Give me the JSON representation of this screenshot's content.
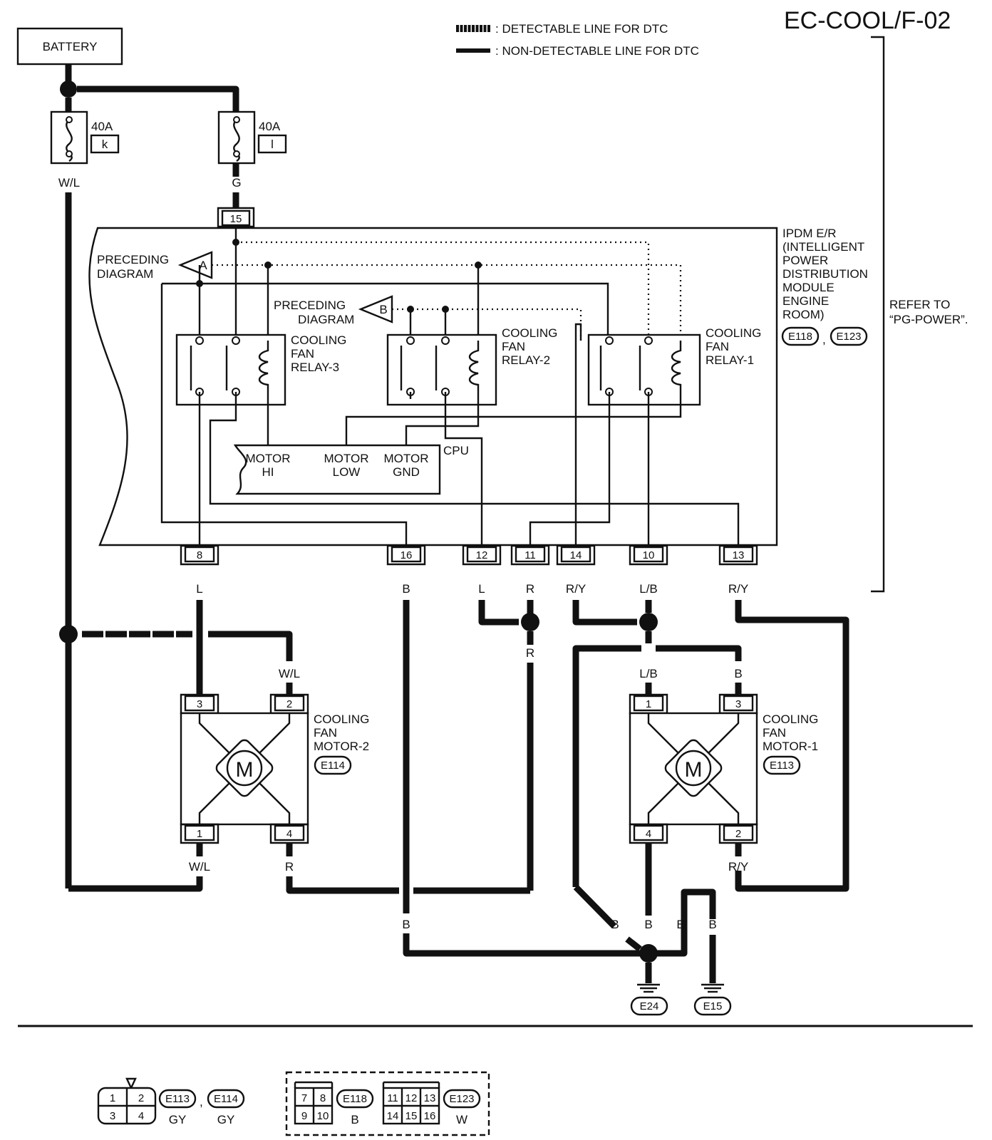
{
  "title": "EC-COOL/F-02",
  "legend": {
    "detectable": ": DETECTABLE LINE FOR DTC",
    "non_detectable": ": NON-DETECTABLE LINE FOR DTC"
  },
  "battery": "BATTERY",
  "fuses": [
    {
      "rating": "40A",
      "letter": "k"
    },
    {
      "rating": "40A",
      "letter": "l"
    }
  ],
  "ipdm": {
    "lines": [
      "IPDM E/R",
      "(INTELLIGENT",
      "POWER",
      "DISTRIBUTION",
      "MODULE",
      "ENGINE",
      "ROOM)"
    ],
    "connector_a": "E118",
    "separator": ",",
    "connector_b": "E123"
  },
  "refer": [
    "REFER TO",
    "“PG-POWER”."
  ],
  "preceding": {
    "a": {
      "lines": [
        "PRECEDING",
        "DIAGRAM"
      ],
      "letter": "A"
    },
    "b": {
      "lines": [
        "PRECEDING",
        "DIAGRAM"
      ],
      "letter": "B"
    }
  },
  "relays": {
    "r3": [
      "COOLING",
      "FAN",
      "RELAY-3"
    ],
    "r2": [
      "COOLING",
      "FAN",
      "RELAY-2"
    ],
    "r1": [
      "COOLING",
      "FAN",
      "RELAY-1"
    ]
  },
  "cpu": {
    "motor_hi": [
      "MOTOR",
      "HI"
    ],
    "motor_low": [
      "MOTOR",
      "LOW"
    ],
    "motor_gnd": [
      "MOTOR",
      "GND"
    ],
    "cpu": "CPU"
  },
  "pins": {
    "p15": "15",
    "p8": "8",
    "p16": "16",
    "p12": "12",
    "p11": "11",
    "p14": "14",
    "p10": "10",
    "p13": "13"
  },
  "wires": {
    "top_wl": "W/L",
    "top_g": "G",
    "w8": "L",
    "w16": "B",
    "w12": "L",
    "w11": "R",
    "w14": "R/Y",
    "w10": "L/B",
    "w13": "R/Y",
    "w_r_mid": "R",
    "m2_t2": "W/L",
    "m1_t1": "L/B",
    "m1_t3": "B",
    "m2_b1": "W/L",
    "m2_b4": "R",
    "m1_b2": "R/Y",
    "g_b1": "B",
    "g_b2": "B",
    "g_b3": "B",
    "g_b4": "B",
    "g_b5": "B"
  },
  "motors": {
    "m2": {
      "lines": [
        "COOLING",
        "FAN",
        "MOTOR-2"
      ],
      "conn": "E114",
      "t1": "3",
      "t2": "2",
      "b1": "1",
      "b2": "4",
      "symbol": "M"
    },
    "m1": {
      "lines": [
        "COOLING",
        "FAN",
        "MOTOR-1"
      ],
      "conn": "E113",
      "t1": "1",
      "t2": "3",
      "b1": "4",
      "b2": "2",
      "symbol": "M"
    }
  },
  "grounds": {
    "e24": "E24",
    "e15": "E15"
  },
  "connector_views": {
    "c1": {
      "cells": [
        "1",
        "2",
        "3",
        "4"
      ],
      "conn_a": "E113",
      "sep": ",",
      "conn_b": "E114",
      "color_a": "GY",
      "color_b": "GY"
    },
    "c2": {
      "cells": [
        "7",
        "8",
        "9",
        "10"
      ],
      "conn": "E118",
      "color": "B"
    },
    "c3": {
      "cells": [
        "11",
        "12",
        "13",
        "14",
        "15",
        "16"
      ],
      "conn": "E123",
      "color": "W"
    }
  }
}
